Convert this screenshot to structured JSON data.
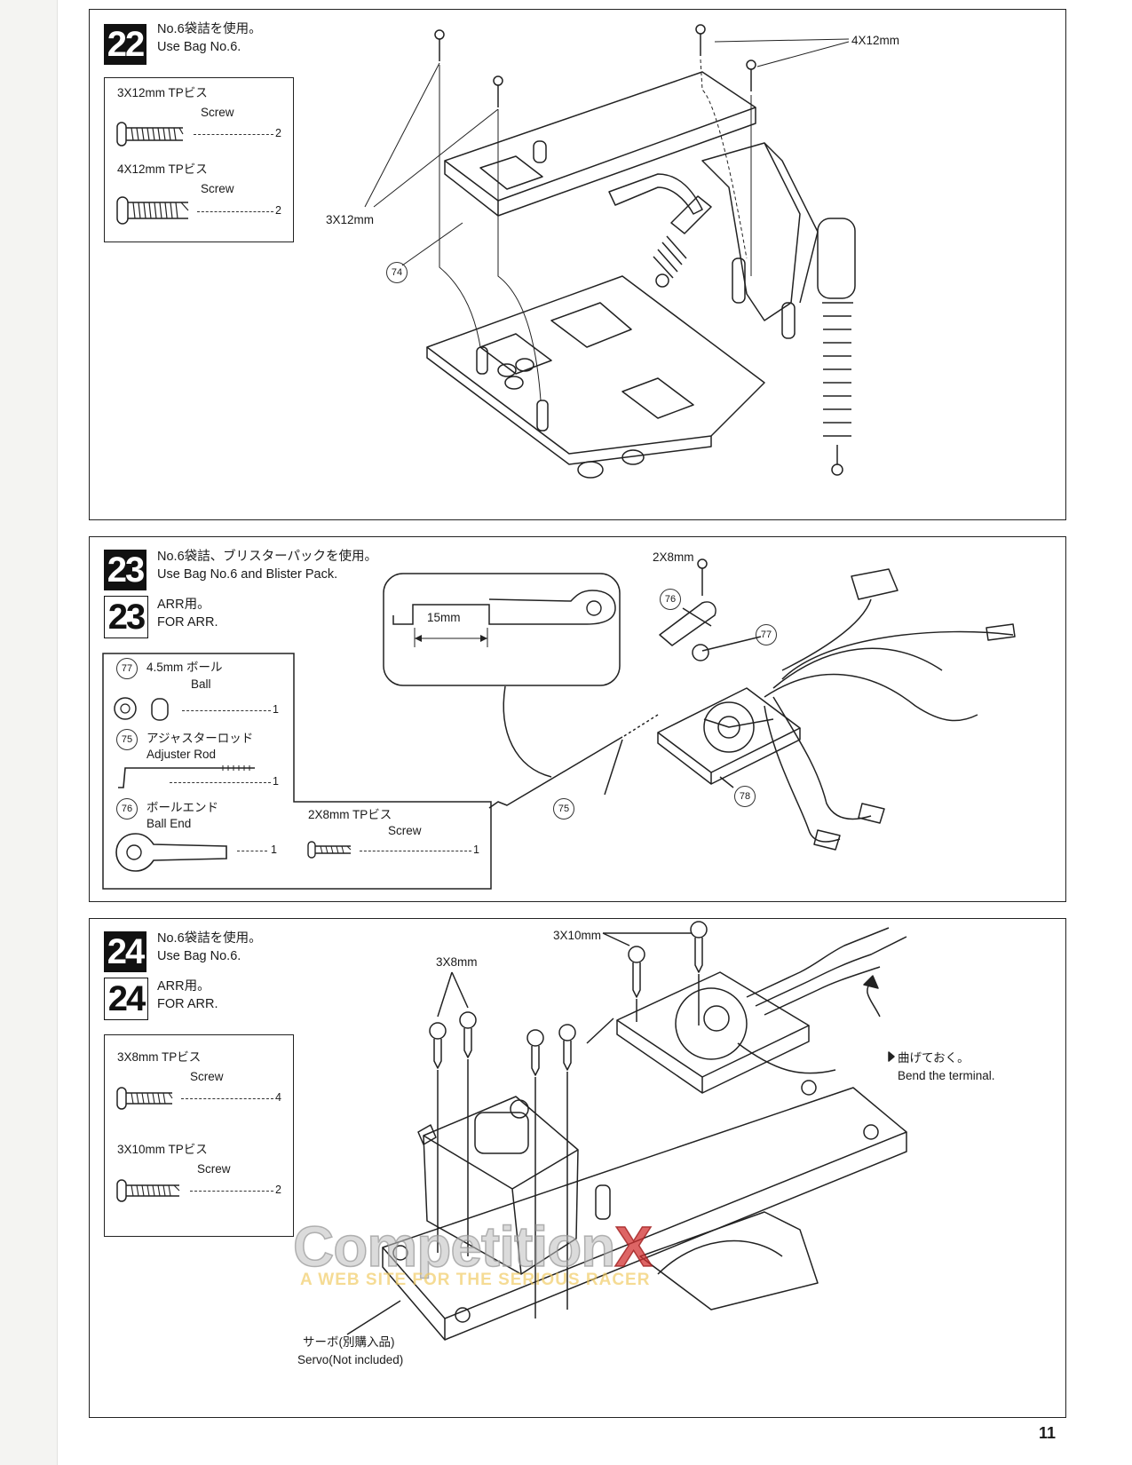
{
  "steps": [
    {
      "number": "22",
      "text_jp": "No.6袋詰を使用。",
      "text_en": "Use Bag No.6.",
      "parts": [
        {
          "name_jp": "3X12mm TPビス",
          "name_en": "Screw",
          "qty": "2"
        },
        {
          "name_jp": "4X12mm TPビス",
          "name_en": "Screw",
          "qty": "2"
        }
      ],
      "callouts": [
        "4X12mm",
        "3X12mm",
        "74"
      ]
    },
    {
      "number": "23",
      "text_jp": "No.6袋詰、ブリスターパックを使用。",
      "text_en": "Use Bag No.6 and Blister Pack.",
      "arr_number": "23",
      "arr_jp": "ARR用。",
      "arr_en": "FOR ARR.",
      "parts": [
        {
          "id": "77",
          "name_jp": "4.5mm ボール",
          "name_en": "Ball",
          "qty": "1"
        },
        {
          "id": "75",
          "name_jp": "アジャスターロッド",
          "name_en": "Adjuster Rod",
          "qty": "1"
        },
        {
          "id": "76",
          "name_jp": "ボールエンド",
          "name_en": "Ball End",
          "qty": "1"
        },
        {
          "name_jp": "2X8mm TPビス",
          "name_en": "Screw",
          "qty": "1"
        }
      ],
      "callouts": [
        "2X8mm",
        "76",
        "77",
        "15mm",
        "75",
        "78"
      ]
    },
    {
      "number": "24",
      "text_jp": "No.6袋詰を使用。",
      "text_en": "Use Bag No.6.",
      "arr_number": "24",
      "arr_jp": "ARR用。",
      "arr_en": "FOR ARR.",
      "parts": [
        {
          "name_jp": "3X8mm TPビス",
          "name_en": "Screw",
          "qty": "4"
        },
        {
          "name_jp": "3X10mm TPビス",
          "name_en": "Screw",
          "qty": "2"
        }
      ],
      "callouts": [
        "3X10mm",
        "3X8mm"
      ],
      "bend_jp": "曲げておく。",
      "bend_en": "Bend the terminal.",
      "servo_jp": "サーボ(別購入品)",
      "servo_en": "Servo(Not included)"
    }
  ],
  "watermark": {
    "main_1": "Competition",
    "main_2": "X",
    "sub": "A WEB SITE FOR THE SERIOUS RACER"
  },
  "page_number": "11"
}
